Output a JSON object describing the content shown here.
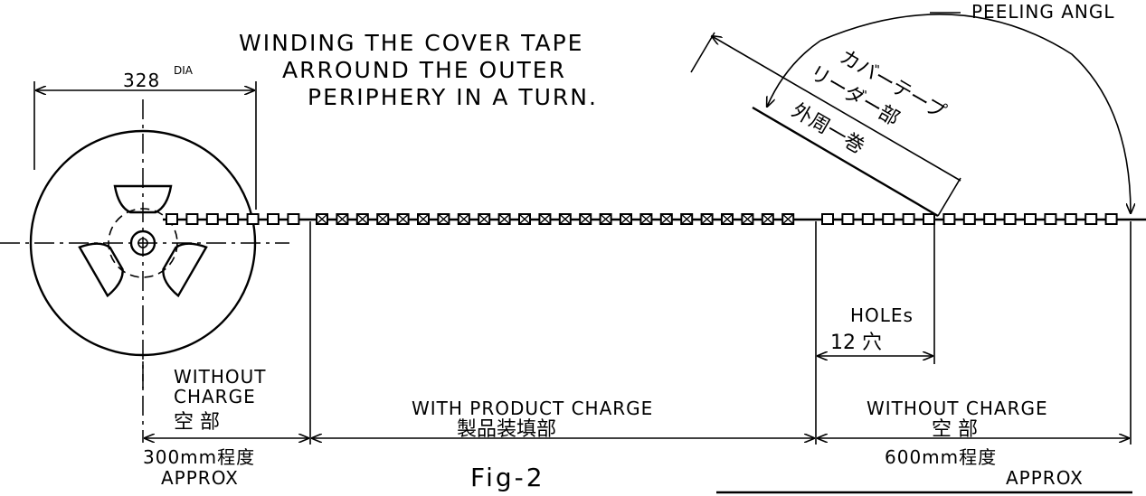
{
  "labels": {
    "peeling_angle": "PEELING ANGL",
    "winding_line1": "WINDING THE COVER TAPE",
    "winding_line2": "ARROUND THE OUTER",
    "winding_line3": "PERIPHERY IN A TURN.",
    "reel_dia_value": "328",
    "reel_dia_unit": "DIA",
    "leader_jp_line1": "カバーテープ",
    "leader_jp_line2": "リーダー部",
    "leader_jp_line3": "外周一巻",
    "holes_en": "HOLEs",
    "holes_jp": "12 穴",
    "left_without_en1": "WITHOUT",
    "left_without_en2": "CHARGE",
    "left_without_jp": "空 部",
    "with_product_en": "WITH PRODUCT CHARGE",
    "with_product_jp": "製品装填部",
    "right_without_en": "WITHOUT CHARGE",
    "right_without_jp": "空 部",
    "left_length": "300mm程度",
    "left_approx": "APPROX",
    "right_length": "600mm程度",
    "right_approx": "APPROX",
    "figure_caption": "Fig-2"
  }
}
